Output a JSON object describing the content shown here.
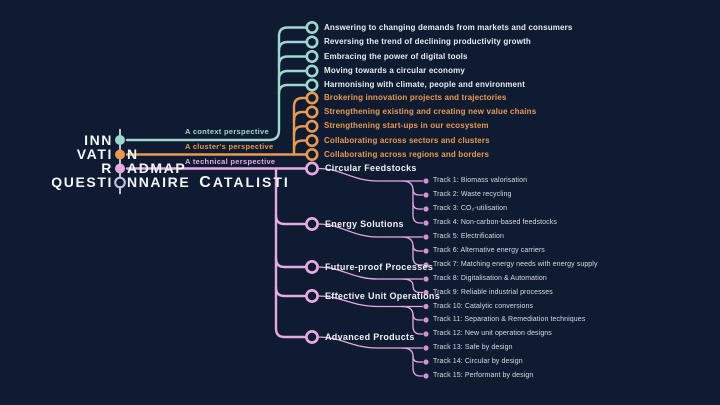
{
  "colors": {
    "background": "#0e1b30",
    "teal": "#9fd6cf",
    "orange": "#e89a54",
    "pink": "#e7a9e3",
    "pink_bullet": "#d78fd2",
    "white_line": "#e9edf3",
    "lavender_ring": "#c9c7e6"
  },
  "title": {
    "line1": {
      "pre": "INN",
      "post": ""
    },
    "line2": {
      "pre": "VATI",
      "post": "N"
    },
    "line3": {
      "pre": "R",
      "post": "ADMAP"
    },
    "line4": {
      "pre": "QUESTI",
      "post": "NNAIRE"
    },
    "brand_initial": "C",
    "brand_rest": "ATALISTI"
  },
  "perspectives": [
    {
      "label": "A context perspective",
      "items": [
        "Answering to changing demands from markets and consumers",
        "Reversing the trend of declining productivity growth",
        "Embracing the power of digital tools",
        "Moving towards a circular economy",
        "Harmonising with climate, people and environment"
      ]
    },
    {
      "label": "A cluster's perspective",
      "items": [
        "Brokering innovation projects and trajectories",
        "Strengthening existing and creating new value chains",
        "Strengthening start-ups in our ecosystem",
        "Collaborating across sectors and clusters",
        "Collaborating across regions and borders"
      ]
    },
    {
      "label": "A technical perspective",
      "topics": [
        {
          "label": "Circular Feedstocks",
          "tracks": [
            "Track 1: Biomass valorisation",
            "Track 2: Waste recycling",
            "Track 3: CO₂-utilisation",
            "Track 4: Non-carbon-based feedstocks"
          ]
        },
        {
          "label": "Energy Solutions",
          "tracks": [
            "Track 5: Electrification",
            "Track 6: Alternative energy carriers",
            "Track 7: Matching energy needs with energy supply"
          ]
        },
        {
          "label": "Future-proof Processes",
          "tracks": [
            "Track 8: Digitalisation & Automation",
            "Track 9: Reliable industrial processes"
          ]
        },
        {
          "label": "Effective Unit Operations",
          "tracks": [
            "Track 10: Catalytic conversions",
            "Track 11: Separation & Remediation techniques",
            "Track 12: New unit operation designs"
          ]
        },
        {
          "label": "Advanced Products",
          "tracks": [
            "Track 13: Safe by design",
            "Track 14: Circular by design",
            "Track 15: Performant by design"
          ]
        }
      ]
    }
  ]
}
